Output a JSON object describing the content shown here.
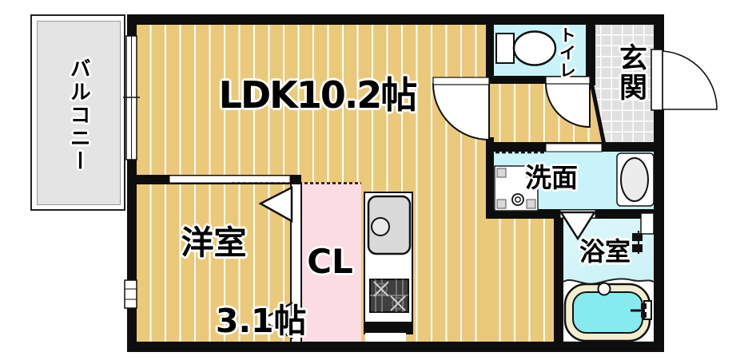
{
  "title": "1LDK apartment floor plan",
  "labels": {
    "balcony": "バルコニー",
    "ldk": "LDK10.2帖",
    "western_room_name": "洋室",
    "western_room_size": "3.1帖",
    "closet": "CL",
    "toilet": "トイレ",
    "entrance": "玄関",
    "washroom": "洗面",
    "bathroom": "浴室"
  },
  "palette": {
    "floor_tan": "#ebc97a",
    "floor_stripe": "#ffffff",
    "wet_room_cyan": "#c9f3f8",
    "bathroom_gradient_top": "#def8fb",
    "closet_pink": "#fbdce2",
    "entrance_tile_gray": "#e0e0e0",
    "balcony_gray": "#e4e4e4",
    "wall_black": "#0d0d0d",
    "tub_rim_cream": "#f2edcf",
    "tub_water_cyan": "#85ebef",
    "sink_gray": "#d9d9d9",
    "stove_dark": "#3f3f3f"
  },
  "fixtures": [
    "toilet-icon",
    "entry-door-swing-icon",
    "interior-door-swing-icon",
    "toilet-door-swing-icon",
    "bathtub-icon",
    "shower-valve-icon",
    "washbasin-icon",
    "washer-pan-icon",
    "kitchen-sink-icon",
    "gas-stove-icon",
    "closet-folding-door-icon",
    "bath-folding-door-icon",
    "sliding-door-icon",
    "window-icon"
  ]
}
